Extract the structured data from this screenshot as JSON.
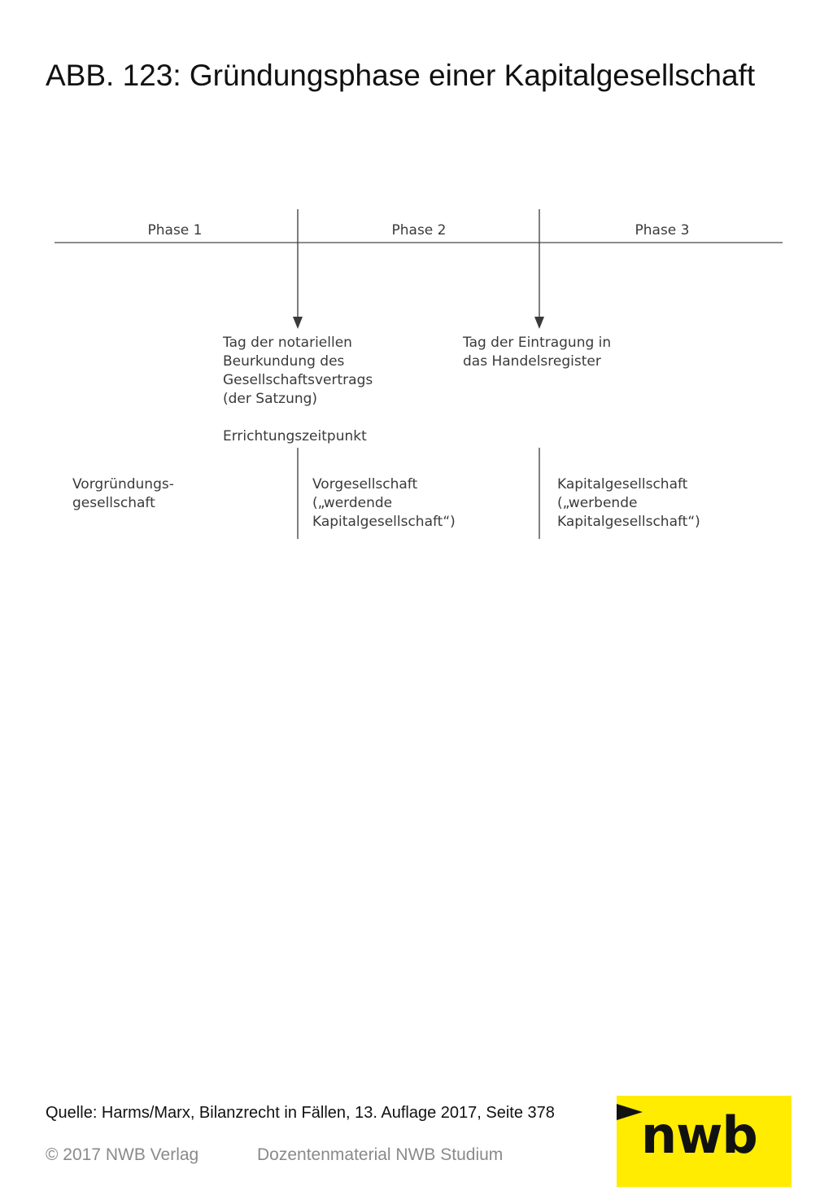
{
  "title": "ABB. 123: Gründungsphase einer Kapitalgesellschaft",
  "diagram": {
    "phases": [
      "Phase 1",
      "Phase 2",
      "Phase 3"
    ],
    "events": [
      {
        "lines": [
          "Tag der notariellen",
          "Beurkundung des",
          "Gesellschaftsvertrags",
          "(der Satzung)"
        ],
        "note": "Errichtungszeitpunkt"
      },
      {
        "lines": [
          "Tag der Eintragung in",
          "das Handelsregister"
        ]
      }
    ],
    "entities": [
      {
        "lines": [
          "Vorgründungs-",
          "gesellschaft"
        ]
      },
      {
        "lines": [
          "Vorgesellschaft",
          "(„werdende",
          "Kapitalgesellschaft“)"
        ]
      },
      {
        "lines": [
          "Kapitalgesellschaft",
          "(„werbende",
          "Kapitalgesellschaft“)"
        ]
      }
    ]
  },
  "source": "Quelle: Harms/Marx, Bilanzrecht in Fällen, 13. Auflage 2017, Seite 378",
  "footer": {
    "copyright": "© 2017 NWB Verlag",
    "material": "Dozentenmaterial NWB Studium"
  },
  "logo": {
    "text": "nwb",
    "color": "#ffec00"
  }
}
